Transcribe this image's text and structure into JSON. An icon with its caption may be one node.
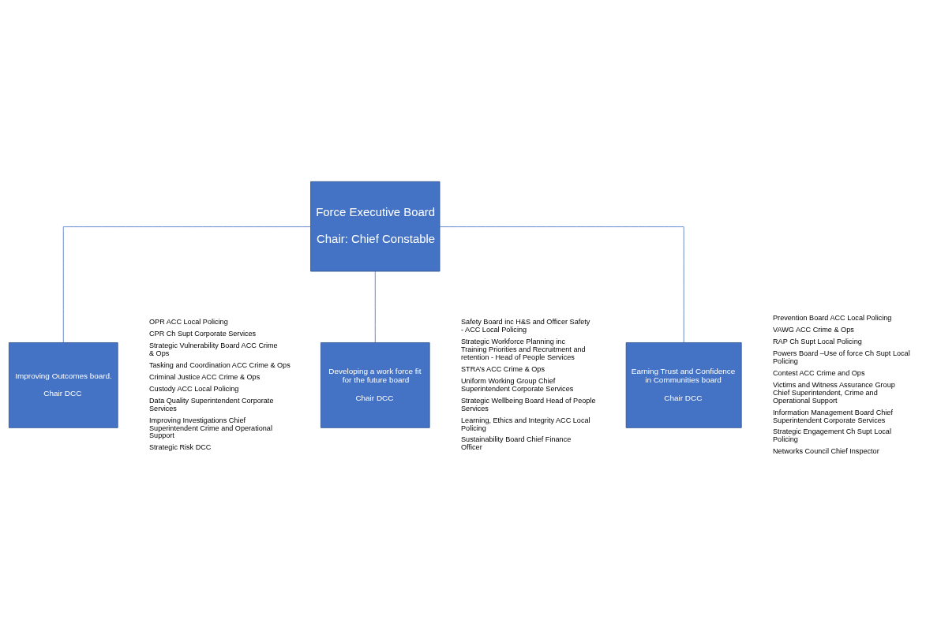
{
  "diagram": {
    "nodes": [
      {
        "text": [
          "Force Executive Board",
          "Chair: Chief Constable"
        ]
      },
      {
        "text": [
          "Improving Outcomes board.",
          "Chair DCC"
        ],
        "beside": [
          "OPR ACC Local Policing",
          "CPR Ch Supt Corporate Services",
          "Strategic Vulnerability Board ACC Crime & Ops",
          "Tasking and Coordination ACC Crime & Ops",
          "Criminal Justice ACC Crime & Ops",
          "Custody ACC Local Policing",
          "Data Quality Superintendent Corporate Services",
          "Improving Investigations Chief Superintendent Crime and Operational Support",
          "Strategic Risk DCC"
        ]
      },
      {
        "text": [
          "Developing a work force fit for the future board",
          "Chair DCC"
        ],
        "beside": [
          "Safety Board inc H&S and Officer Safety - ACC Local Policing",
          "Strategic Workforce Planning inc Training Priorities and Recruitment and retention - Head of People Services",
          "STRA’s ACC Crime & Ops",
          "Uniform Working Group Chief Superintendent Corporate Services",
          "Strategic Wellbeing Board Head of People Services",
          "Learning, Ethics and Integrity ACC Local Policing",
          "Sustainability Board Chief Finance Officer"
        ]
      },
      {
        "text": [
          "Earning Trust and Confidence in Communities board",
          "Chair DCC"
        ],
        "beside": [
          "Prevention Board ACC Local Policing",
          "VAWG ACC Crime & Ops",
          "RAP Ch Supt Local Policing",
          "Powers Board –Use of force Ch Supt Local Policing",
          "Contest ACC Crime and Ops",
          "Victims and Witness Assurance Group Chief Superintendent, Crime and Operational Support",
          "Information Management Board Chief Superintendent Corporate Services",
          "Strategic Engagement Ch Supt Local Policing",
          "Networks Council Chief Inspector"
        ]
      }
    ],
    "edges": [
      {
        "from": 0,
        "to": 1,
        "arrow": "none"
      },
      {
        "from": 0,
        "to": 2,
        "arrow": "none"
      },
      {
        "from": 0,
        "to": 3,
        "arrow": "none"
      }
    ]
  }
}
